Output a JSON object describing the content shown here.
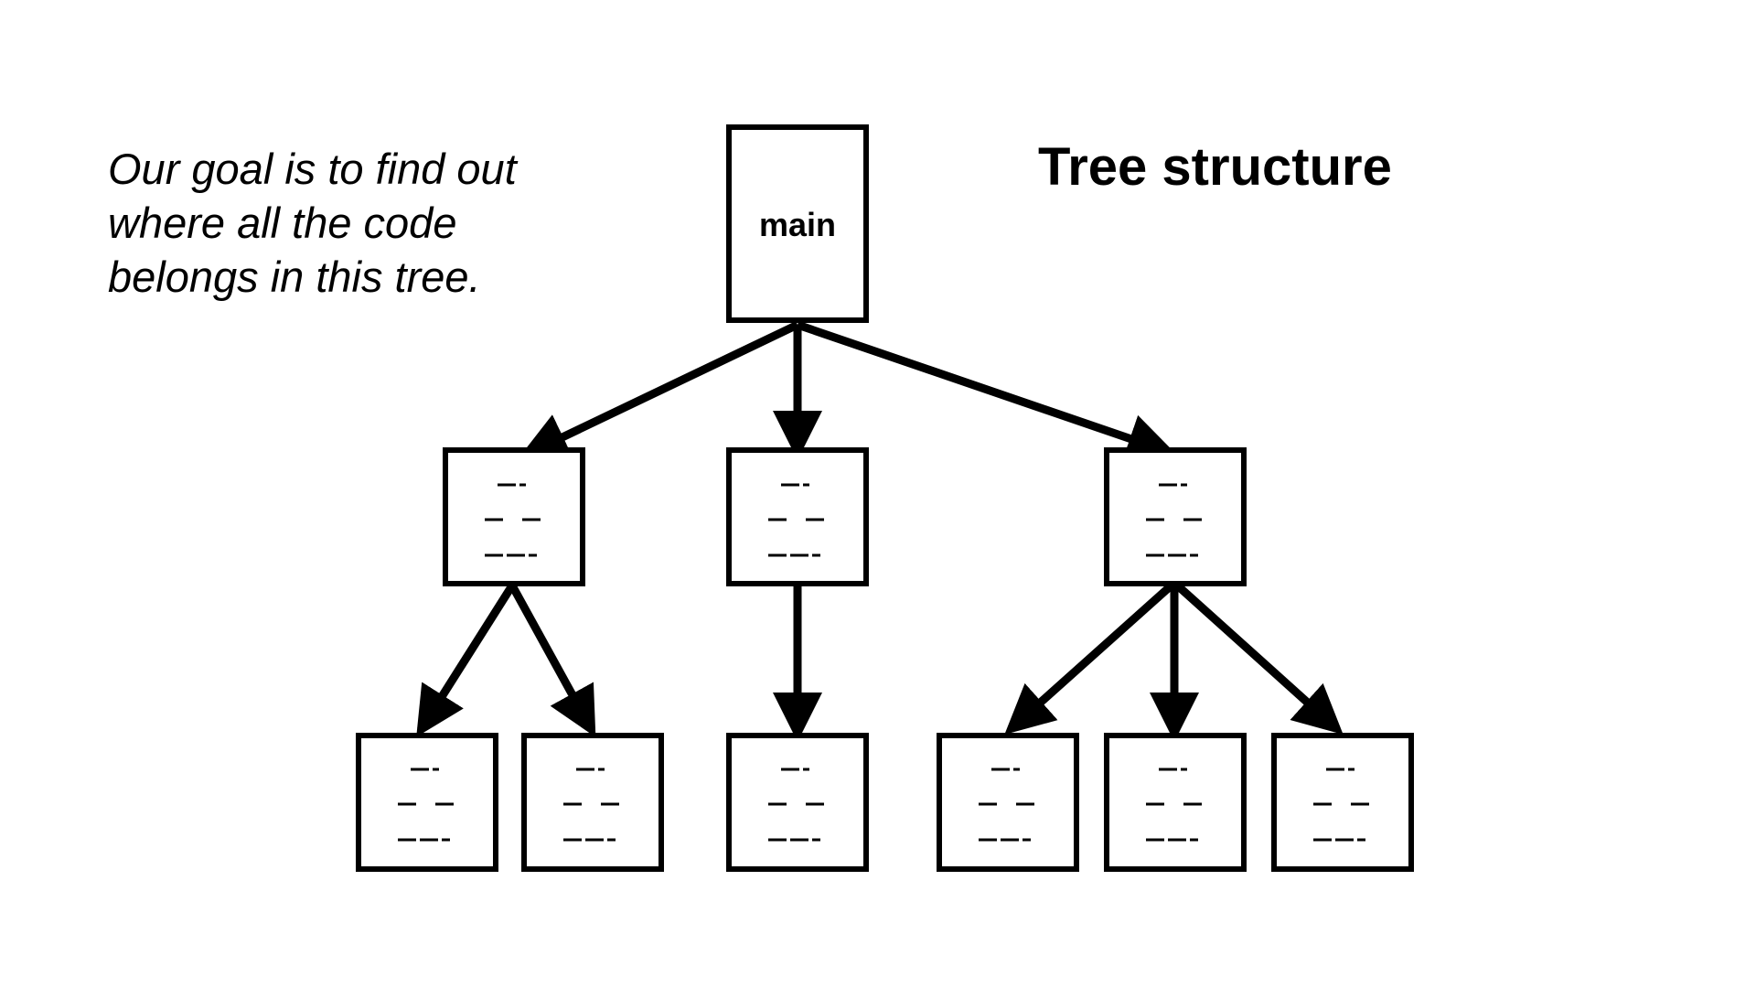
{
  "slide": {
    "title": "Tree structure",
    "note_lines": [
      "Our goal is to find out",
      "where all the code",
      "belongs in this tree."
    ]
  },
  "tree": {
    "root": {
      "label": "main"
    },
    "children": [
      {
        "id": "a",
        "children": [
          "a1",
          "a2"
        ]
      },
      {
        "id": "b",
        "children": [
          "b1"
        ]
      },
      {
        "id": "c",
        "children": [
          "c1",
          "c2",
          "c3"
        ]
      }
    ],
    "placeholder_lines": 3
  },
  "colors": {
    "stroke": "#000000",
    "background": "#ffffff"
  }
}
